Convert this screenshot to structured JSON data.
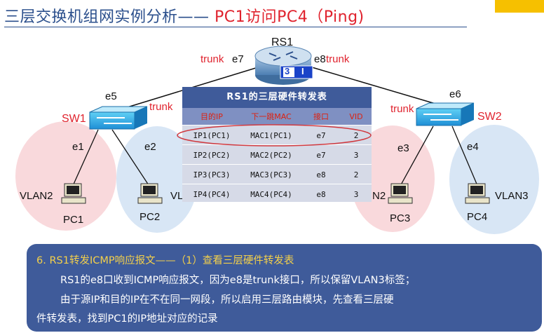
{
  "title": {
    "main": "三层交换机组网实例分析—— ",
    "sub": "PC1访问PC4（Ping)"
  },
  "diagram": {
    "rs1": {
      "label": "RS1",
      "port_left": "e7",
      "port_right": "e8",
      "trunk_left": "trunk",
      "trunk_right": "trunk",
      "badge_num": "3",
      "badge_bar": "I"
    },
    "sw1": {
      "label": "SW1",
      "uplink": "e5",
      "trunk": "trunk",
      "port_a": "e1",
      "port_b": "e2"
    },
    "sw2": {
      "label": "SW2",
      "uplink": "e6",
      "trunk": "trunk",
      "port_a": "e3",
      "port_b": "e4"
    },
    "vlans": {
      "left_a": "VLAN2",
      "left_b": "VL",
      "right_a": "N2",
      "right_b": "VLAN3"
    },
    "pcs": [
      "PC1",
      "PC2",
      "PC3",
      "PC4"
    ]
  },
  "table": {
    "title": "RS1的三层硬件转发表",
    "headers": [
      "目的IP",
      "下一跳MAC",
      "接口",
      "VID"
    ],
    "rows": [
      [
        "IP1(PC1)",
        "MAC1(PC1)",
        "e7",
        "2"
      ],
      [
        "IP2(PC2)",
        "MAC2(PC2)",
        "e7",
        "3"
      ],
      [
        "IP3(PC3)",
        "MAC3(PC3)",
        "e8",
        "2"
      ],
      [
        "IP4(PC4)",
        "MAC4(PC4)",
        "e8",
        "3"
      ]
    ]
  },
  "info": {
    "heading_num": "6.",
    "heading": "RS1转发ICMP响应报文——（1）查看三层硬件转发表",
    "line1": "RS1的e8口收到ICMP响应报文，因为e8是trunk接口，所以保留VLAN3标签；",
    "line2": "由于源IP和目的IP在不在同一网段，所以启用三层路由模块，先查看三层硬",
    "line3": "件转发表，找到PC1的IP地址对应的记录"
  },
  "colors": {
    "accent": "#2b4f8c",
    "red": "#e0232e",
    "panel": "#3f5b9a",
    "vlan2": "#f9d9dc",
    "vlan3": "#d8e6f5"
  }
}
